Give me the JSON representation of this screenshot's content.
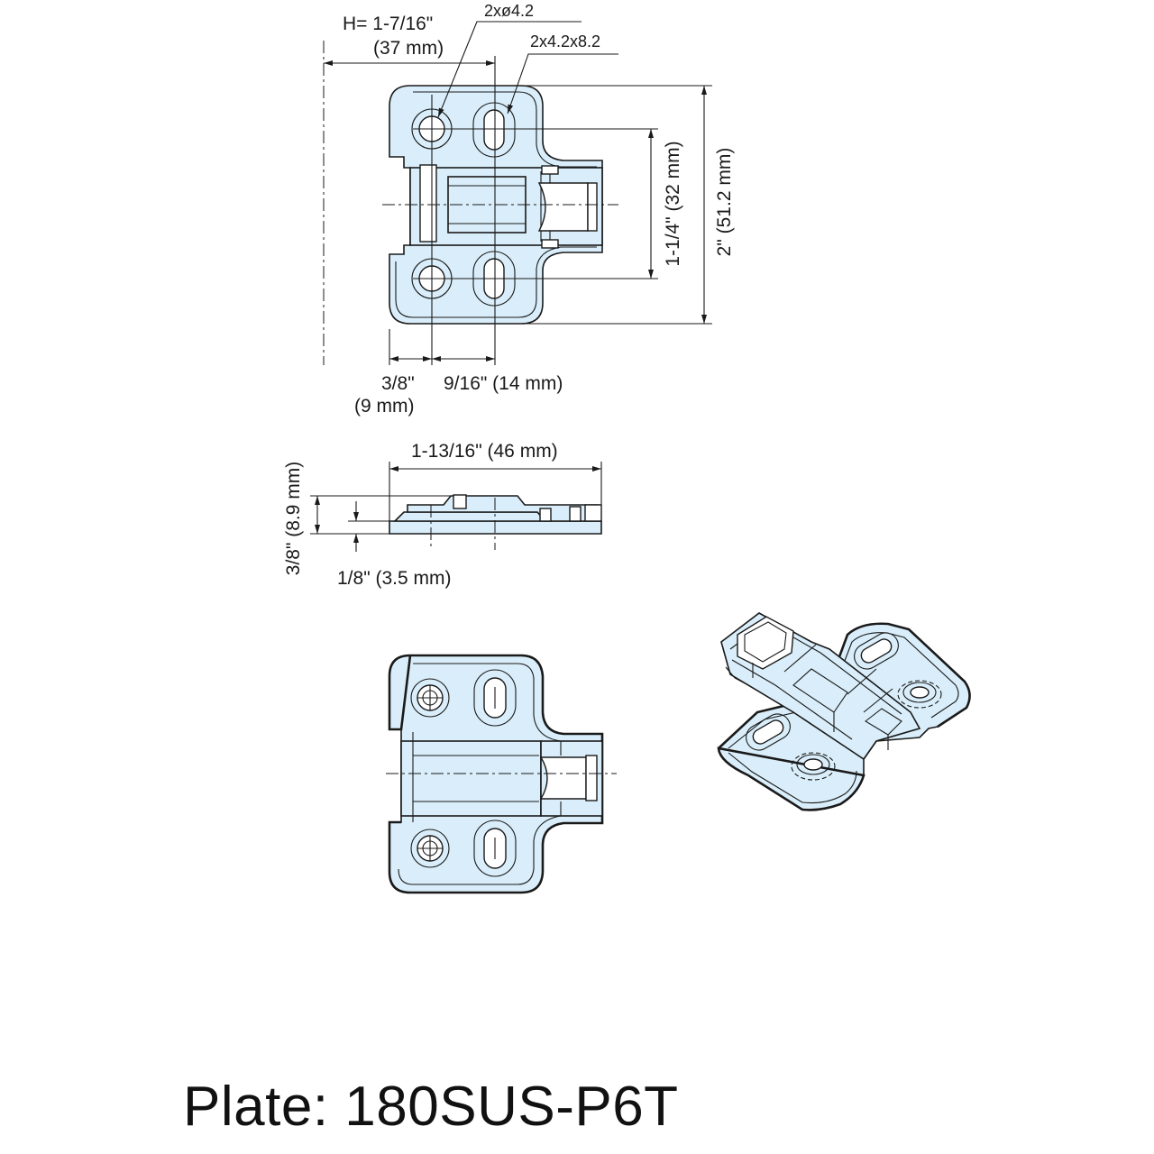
{
  "colors": {
    "plate_fill": "#d9eefa",
    "line": "#1a1a1a",
    "background": "#ffffff"
  },
  "top_view": {
    "height_label": "H= 1-7/16\"",
    "height_label_mm": "(37 mm)",
    "hole_label": "2xø4.2",
    "slot_label": "2x4.2x8.2",
    "slot_spacing_label": "1-1/4\" (32 mm)",
    "overall_height_label": "2\" (51.2 mm)",
    "edge_offset_label": "3/8\"",
    "edge_offset_label_mm": "(9 mm)",
    "hole_spacing_label": "9/16\" (14 mm)"
  },
  "side_view": {
    "length_label": "1-13/16\" (46 mm)",
    "total_height_label": "3/8\" (8.9 mm)",
    "base_thickness_label": "1/8\" (3.5 mm)"
  },
  "title": {
    "text": "Plate: 180SUS-P6T"
  }
}
